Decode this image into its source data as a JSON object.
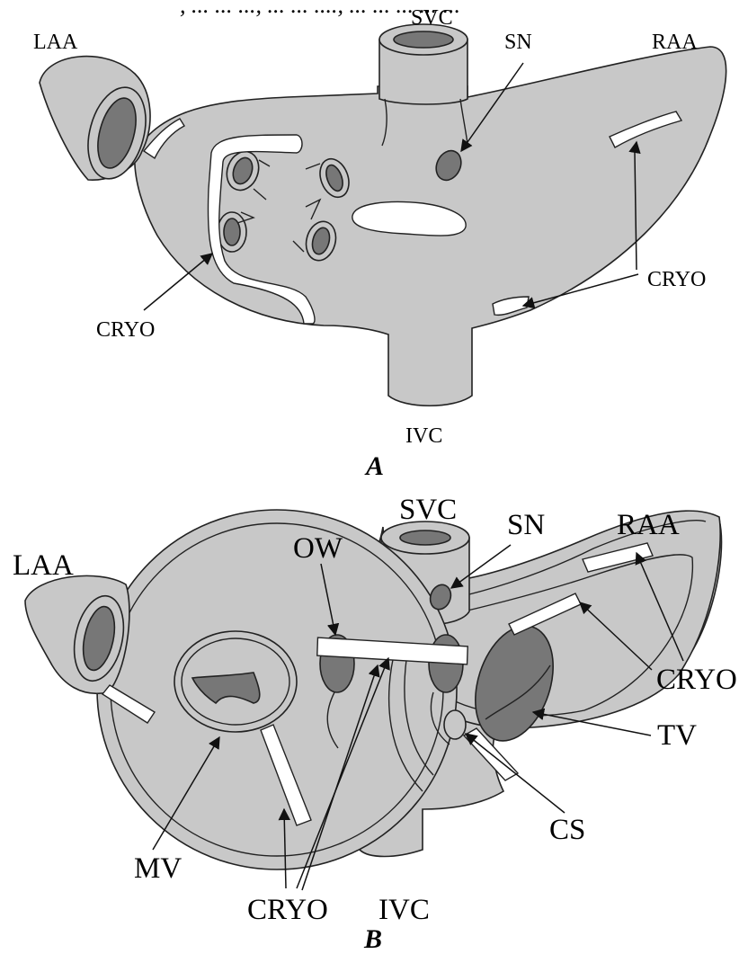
{
  "caption_fragment": ", ... ... ..., ... ... ...., ... ... ... ... ...",
  "panel_a": {
    "id": "A",
    "labels": {
      "svc": "SVC",
      "sn": "SN",
      "laa": "LAA",
      "raa": "RAA",
      "cryo_left": "CRYO",
      "cryo_right": "CRYO",
      "ivc": "IVC"
    }
  },
  "panel_b": {
    "id": "B",
    "labels": {
      "ow": "OW",
      "svc": "SVC",
      "sn": "SN",
      "raa": "RAA",
      "laa": "LAA",
      "cryo_right": "CRYO",
      "tv": "TV",
      "cs": "CS",
      "mv": "MV",
      "cryo_bottom": "CRYO",
      "ivc": "IVC"
    }
  },
  "colors": {
    "tissue": "#c8c8c8",
    "dark_tissue": "#777777",
    "lesion": "#ffffff",
    "outline": "#222222"
  }
}
